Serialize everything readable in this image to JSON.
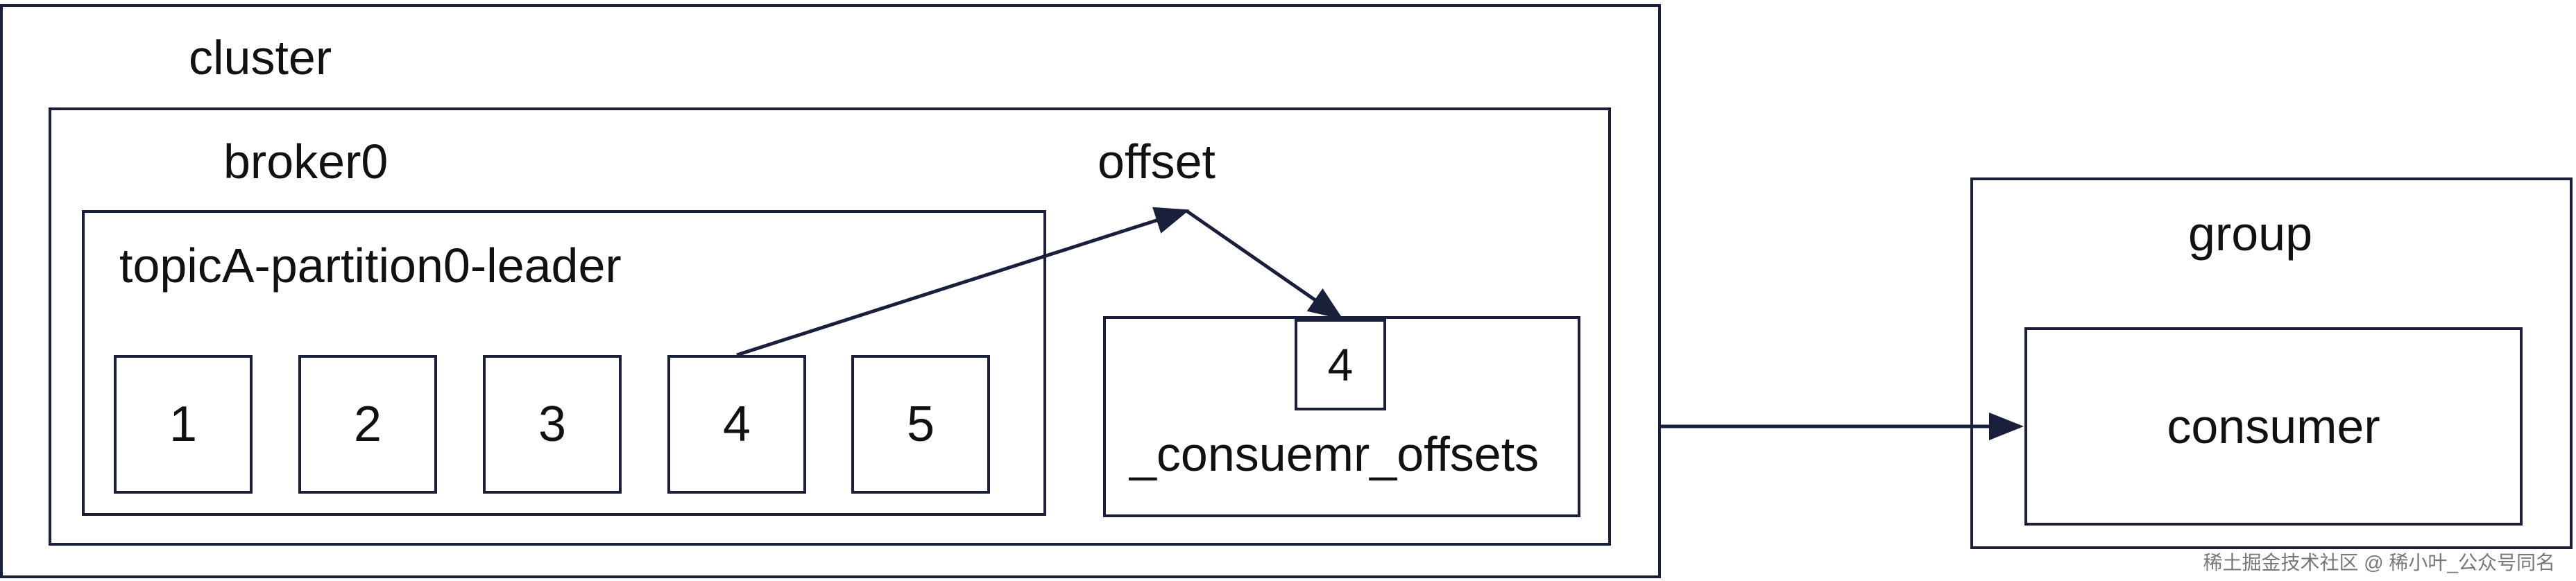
{
  "cluster": {
    "label": "cluster",
    "broker": {
      "label": "broker0",
      "partition": {
        "label": "topicA-partition0-leader",
        "cells": [
          "1",
          "2",
          "3",
          "4",
          "5"
        ]
      },
      "offset_label": "offset",
      "offsets_store": {
        "value": "4",
        "label": "_consuemr_offsets"
      }
    }
  },
  "group": {
    "label": "group",
    "consumer_label": "consumer"
  },
  "watermark": "稀土掘金技术社区 @ 稀小叶_公众号同名",
  "colors": {
    "line": "#1a1f3a",
    "background": "#ffffff",
    "text": "#111111"
  }
}
